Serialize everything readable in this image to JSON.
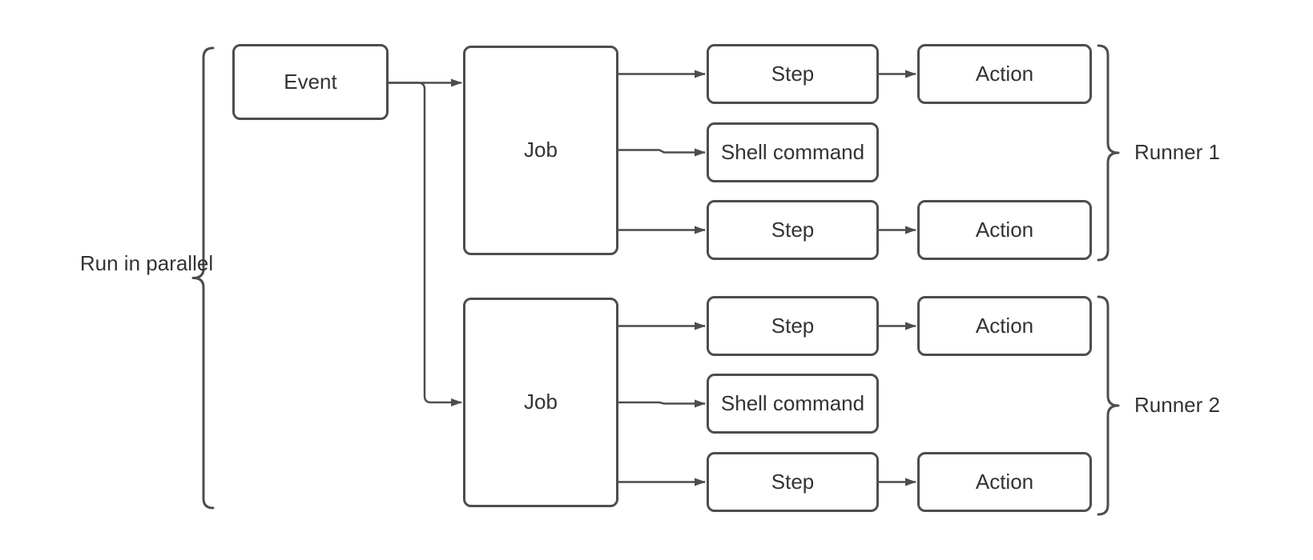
{
  "diagram": {
    "title": "Workflow diagram: event triggers parallel jobs with steps running on runners",
    "colors": {
      "background": "#ffffff",
      "stroke": "#4d4d4d",
      "text": "#333333"
    },
    "nodes": [
      {
        "id": "event",
        "label": "Event"
      },
      {
        "id": "job-1",
        "label": "Job"
      },
      {
        "id": "step-1-1",
        "label": "Step"
      },
      {
        "id": "shell-1",
        "label": "Shell command"
      },
      {
        "id": "step-1-2",
        "label": "Step"
      },
      {
        "id": "action-1-1",
        "label": "Action"
      },
      {
        "id": "action-1-2",
        "label": "Action"
      },
      {
        "id": "job-2",
        "label": "Job"
      },
      {
        "id": "step-2-1",
        "label": "Step"
      },
      {
        "id": "shell-2",
        "label": "Shell command"
      },
      {
        "id": "step-2-2",
        "label": "Step"
      },
      {
        "id": "action-2-1",
        "label": "Action"
      },
      {
        "id": "action-2-2",
        "label": "Action"
      }
    ],
    "edges": [
      {
        "from": "event",
        "to": "job-1"
      },
      {
        "from": "event",
        "to": "job-2"
      },
      {
        "from": "job-1",
        "to": "step-1-1"
      },
      {
        "from": "job-1",
        "to": "shell-1"
      },
      {
        "from": "job-1",
        "to": "step-1-2"
      },
      {
        "from": "step-1-1",
        "to": "action-1-1"
      },
      {
        "from": "step-1-2",
        "to": "action-1-2"
      },
      {
        "from": "job-2",
        "to": "step-2-1"
      },
      {
        "from": "job-2",
        "to": "shell-2"
      },
      {
        "from": "job-2",
        "to": "step-2-2"
      },
      {
        "from": "step-2-1",
        "to": "action-2-1"
      },
      {
        "from": "step-2-2",
        "to": "action-2-2"
      }
    ],
    "annotations": {
      "parallel_label": "Run in parallel",
      "runner1_label": "Runner 1",
      "runner2_label": "Runner 2"
    }
  }
}
